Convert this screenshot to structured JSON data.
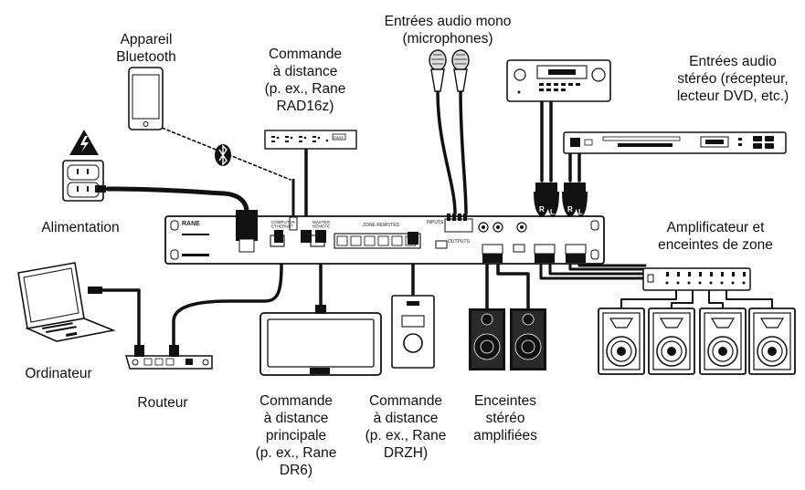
{
  "labels": {
    "bluetooth_device": "Appareil\nBluetooth",
    "remote_control_rad16z": "Commande\nà distance\n(p. ex., Rane\nRAD16z)",
    "mono_inputs": "Entrées audio mono\n(microphones)",
    "stereo_inputs": "Entrées audio\nstéréo (récepteur,\nlecteur DVD, etc.)",
    "power": "Alimentation",
    "zone_amplifier": "Amplificateur et\nenceintes de zone",
    "computer": "Ordinateur",
    "router": "Routeur",
    "main_remote": "Commande\nà distance\nprincipale\n(p. ex., Rane\nDR6)",
    "remote_drzh": "Commande\nà distance\n(p. ex., Rane\nDRZH)",
    "powered_speakers": "Enceintes\nstéréo\namplifiées"
  },
  "device_text": {
    "brand": "RANE",
    "panel_zone_remotes": "ZONE REMOTES",
    "panel_inputs": "INPUTS",
    "panel_outputs": "OUTPUTS",
    "panel_computer": "COMPUTER\nETHERNET",
    "panel_master": "MASTER\nREMOTE",
    "remote_badge": "RANE",
    "connector_r": "R",
    "connector_l": "L"
  },
  "colors": {
    "line": "#111111",
    "device_fill": "#ffffff",
    "panel_fill": "#f4f4f4",
    "cable": "#111111"
  }
}
